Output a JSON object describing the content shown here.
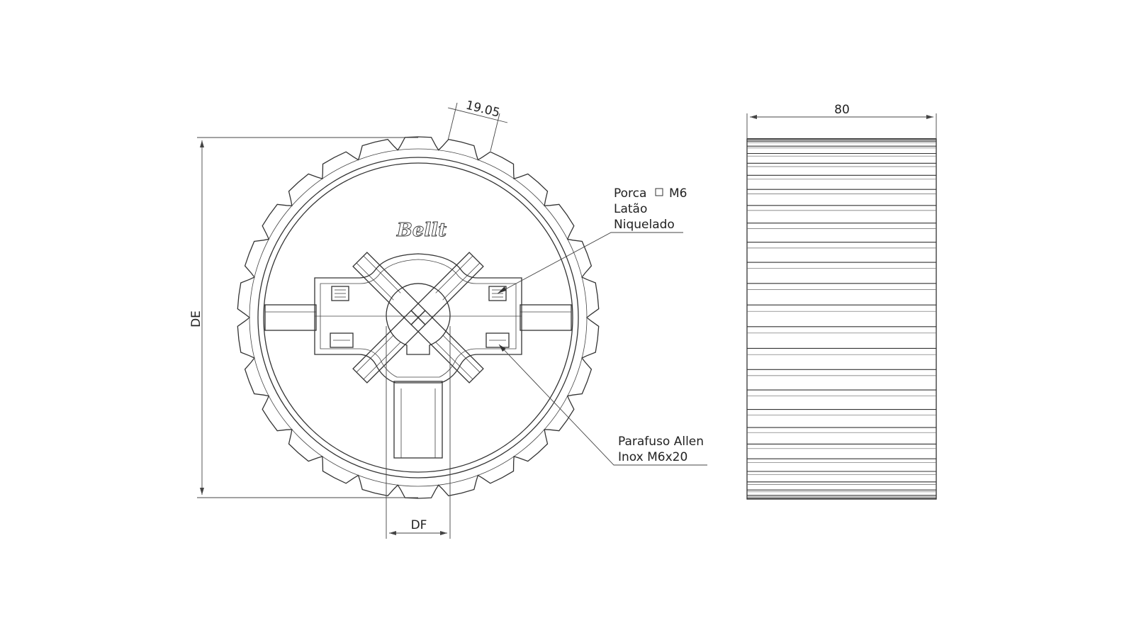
{
  "brand": "Bellt",
  "dimensions": {
    "pitch": "19.05",
    "outer_diameter": "DE",
    "bore_diameter": "DF",
    "width": "80"
  },
  "callouts": {
    "nut": {
      "line1_prefix": "Porca",
      "line1_suffix": "M6",
      "line2": "Latão",
      "line3": "Niquelado"
    },
    "screw": {
      "line1": "Parafuso Allen",
      "line2": "Inox M6x20"
    }
  },
  "geometry_counts": {
    "teeth": 26
  }
}
